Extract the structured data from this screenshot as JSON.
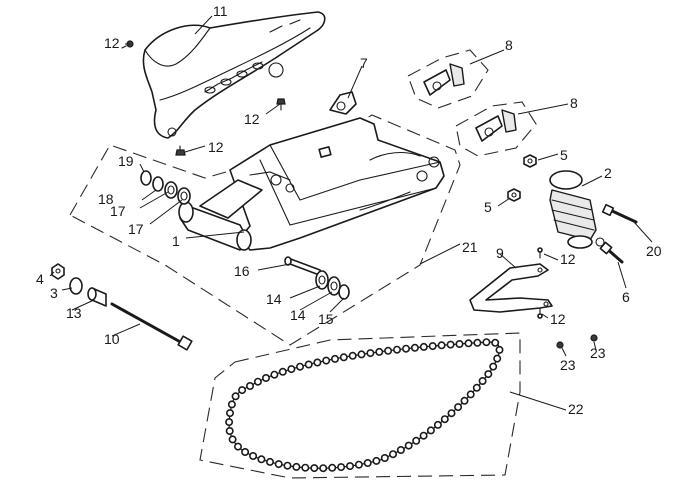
{
  "diagram": {
    "type": "exploded-parts-diagram",
    "callouts": [
      {
        "id": "c11",
        "number": "11"
      },
      {
        "id": "c12a",
        "number": "12"
      },
      {
        "id": "c12b",
        "number": "12"
      },
      {
        "id": "c12c",
        "number": "12"
      },
      {
        "id": "c7",
        "number": "7"
      },
      {
        "id": "c8a",
        "number": "8"
      },
      {
        "id": "c8b",
        "number": "8"
      },
      {
        "id": "c19",
        "number": "19"
      },
      {
        "id": "c18",
        "number": "18"
      },
      {
        "id": "c17a",
        "number": "17"
      },
      {
        "id": "c17b",
        "number": "17"
      },
      {
        "id": "c1",
        "number": "1"
      },
      {
        "id": "c5a",
        "number": "5"
      },
      {
        "id": "c5b",
        "number": "5"
      },
      {
        "id": "c2",
        "number": "2"
      },
      {
        "id": "c20",
        "number": "20"
      },
      {
        "id": "c6",
        "number": "6"
      },
      {
        "id": "c21",
        "number": "21"
      },
      {
        "id": "c9",
        "number": "9"
      },
      {
        "id": "c12d",
        "number": "12"
      },
      {
        "id": "c12e",
        "number": "12"
      },
      {
        "id": "c16",
        "number": "16"
      },
      {
        "id": "c4",
        "number": "4"
      },
      {
        "id": "c3",
        "number": "3"
      },
      {
        "id": "c13",
        "number": "13"
      },
      {
        "id": "c14a",
        "number": "14"
      },
      {
        "id": "c14b",
        "number": "14"
      },
      {
        "id": "c15",
        "number": "15"
      },
      {
        "id": "c10",
        "number": "10"
      },
      {
        "id": "c23a",
        "number": "23"
      },
      {
        "id": "c23b",
        "number": "23"
      },
      {
        "id": "c22",
        "number": "22"
      }
    ]
  }
}
